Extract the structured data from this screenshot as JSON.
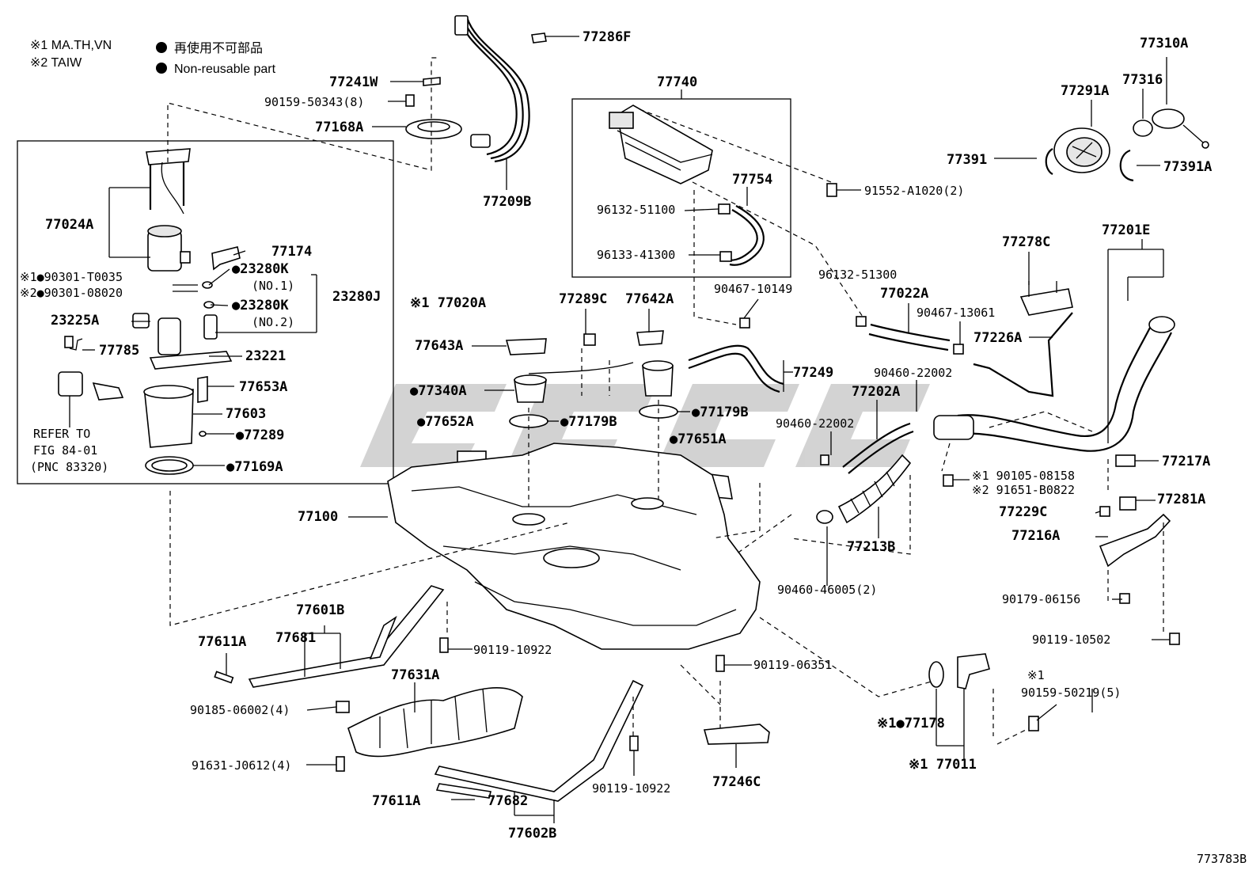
{
  "legend": {
    "note1": "※1  MA.TH,VN",
    "note2": "※2  TAIW",
    "nonreusable_cn": "再使用不可部品",
    "nonreusable_en": "Non-reusable part"
  },
  "labels": {
    "p77286F": "77286F",
    "p77241W": "77241W",
    "p90159_50343": "90159-50343(8)",
    "p77168A": "77168A",
    "p77209B": "77209B",
    "p77024A": "77024A",
    "p77174": "77174",
    "p90301_T0035": "※1●90301-T0035",
    "p90301_08020": "※2●90301-08020",
    "p23280K_1": "●23280K",
    "p23280K_1_no": "(NO.1)",
    "p23280K_2": "●23280K",
    "p23280K_2_no": "(NO.2)",
    "p23280J": "23280J",
    "p77020A": "※1 77020A",
    "p23225A": "23225A",
    "p77785": "77785",
    "p23221": "23221",
    "p77653A": "77653A",
    "p77603": "77603",
    "p77289": "●77289",
    "p77169A": "●77169A",
    "refer1": "REFER TO",
    "refer2": "FIG 84-01",
    "refer3": "(PNC 83320)",
    "p77740": "77740",
    "p77754": "77754",
    "p96132_51100": "96132-51100",
    "p96133_41300": "96133-41300",
    "p91552": "91552-A1020(2)",
    "p77310A": "77310A",
    "p77316": "77316",
    "p77291A": "77291A",
    "p77391": "77391",
    "p77391A": "77391A",
    "p77278C": "77278C",
    "p77201E": "77201E",
    "p96132_51300": "96132-51300",
    "p77022A": "77022A",
    "p90467_13061": "90467-13061",
    "p77226A": "77226A",
    "p90467_10149": "90467-10149",
    "p77289C": "77289C",
    "p77642A": "77642A",
    "p77643A": "77643A",
    "p77249": "77249",
    "p77340A": "●77340A",
    "p77652A": "●77652A",
    "p77179B_a": "●77179B",
    "p77179B_b": "●77179B",
    "p77651A": "●77651A",
    "p90460_22002_a": "90460-22002",
    "p77202A": "77202A",
    "p90460_22002_b": "90460-22002",
    "p77217A": "77217A",
    "p90105": "※1  90105-08158",
    "p91651": "※2  91651-B0822",
    "p77229C": "77229C",
    "p77281A": "77281A",
    "p77216A": "77216A",
    "p77213B": "77213B",
    "p77100": "77100",
    "p90460_46005": "90460-46005(2)",
    "p90179": "90179-06156",
    "p90119_10502": "90119-10502",
    "p77601B": "77601B",
    "p77611A_a": "77611A",
    "p77681": "77681",
    "p90119_10922_a": "90119-10922",
    "p77631A": "77631A",
    "p90185": "90185-06002(4)",
    "p91631": "91631-J0612(4)",
    "p90119_06351": "90119-06351",
    "p90159_50219_a": "※1",
    "p90159_50219_b": "90159-50219(5)",
    "p77178": "※1●77178",
    "p77011": "※1 77011",
    "p77246C": "77246C",
    "p90119_10922_b": "90119-10922",
    "p77611A_b": "77611A",
    "p77682": "77682",
    "p77602B": "77602B",
    "diagram_id": "773783B"
  }
}
